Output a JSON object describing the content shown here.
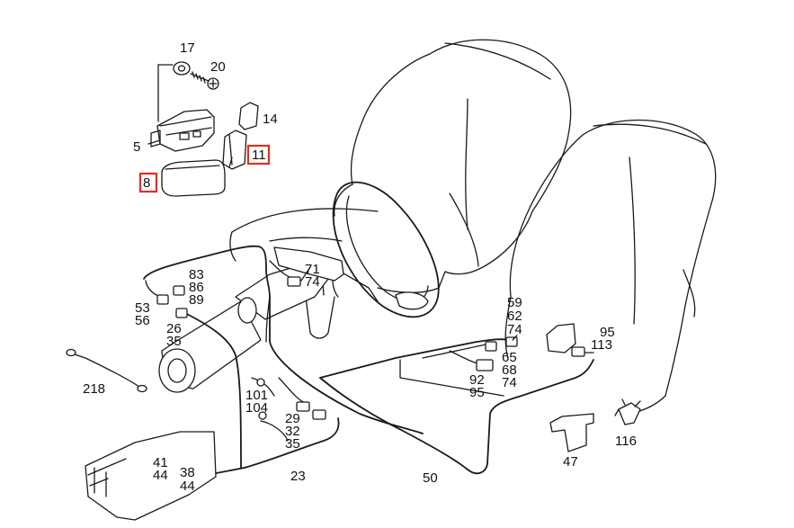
{
  "callouts": [
    {
      "id": "c17",
      "text": "17"
    },
    {
      "id": "c20",
      "text": "20"
    },
    {
      "id": "c14",
      "text": "14"
    },
    {
      "id": "c5",
      "text": "5"
    },
    {
      "id": "c11",
      "text": "11",
      "highlighted": true
    },
    {
      "id": "c8",
      "text": "8",
      "highlighted": true
    },
    {
      "id": "c83",
      "text": "83"
    },
    {
      "id": "c86",
      "text": "86"
    },
    {
      "id": "c89",
      "text": "89"
    },
    {
      "id": "c71",
      "text": "71"
    },
    {
      "id": "c74a",
      "text": "74"
    },
    {
      "id": "c53",
      "text": "53"
    },
    {
      "id": "c56",
      "text": "56"
    },
    {
      "id": "c26",
      "text": "26"
    },
    {
      "id": "c35a",
      "text": "35"
    },
    {
      "id": "c59",
      "text": "59"
    },
    {
      "id": "c62",
      "text": "62"
    },
    {
      "id": "c74b",
      "text": "74"
    },
    {
      "id": "c95a",
      "text": "95"
    },
    {
      "id": "c113",
      "text": "113"
    },
    {
      "id": "c65",
      "text": "65"
    },
    {
      "id": "c68",
      "text": "68"
    },
    {
      "id": "c74c",
      "text": "74"
    },
    {
      "id": "c92",
      "text": "92"
    },
    {
      "id": "c95b",
      "text": "95"
    },
    {
      "id": "c218",
      "text": "218"
    },
    {
      "id": "c101",
      "text": "101"
    },
    {
      "id": "c104",
      "text": "104"
    },
    {
      "id": "c29",
      "text": "29"
    },
    {
      "id": "c32",
      "text": "32"
    },
    {
      "id": "c35b",
      "text": "35"
    },
    {
      "id": "c116",
      "text": "116"
    },
    {
      "id": "c41",
      "text": "41"
    },
    {
      "id": "c44a",
      "text": "44"
    },
    {
      "id": "c38",
      "text": "38"
    },
    {
      "id": "c44b",
      "text": "44"
    },
    {
      "id": "c23",
      "text": "23"
    },
    {
      "id": "c50",
      "text": "50"
    },
    {
      "id": "c47",
      "text": "47"
    }
  ],
  "colors": {
    "line": "#1a1a1a",
    "highlight": "#e0301e",
    "background": "#ffffff"
  }
}
